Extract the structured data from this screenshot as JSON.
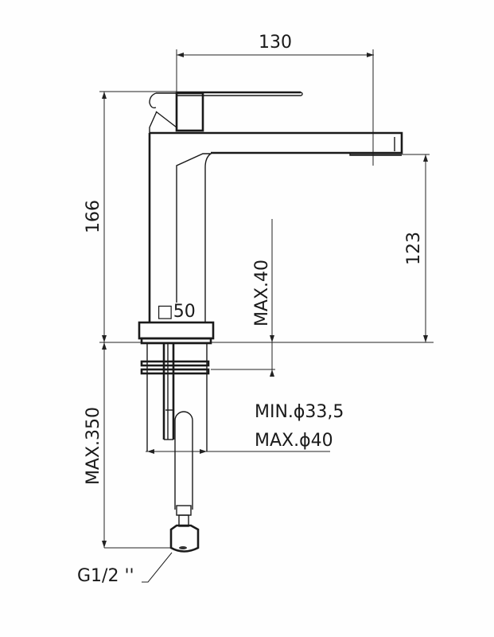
{
  "drawing": {
    "dimensions": {
      "spout_reach": "130",
      "total_height": "166",
      "spout_height": "123",
      "max_deck_thickness": "MAX.40",
      "base_size": "□50",
      "hose_length": "MAX.350",
      "hole_min": "MIN.ϕ33,5",
      "hole_max": "MAX.ϕ40",
      "connection": "G1/2 ''"
    }
  }
}
